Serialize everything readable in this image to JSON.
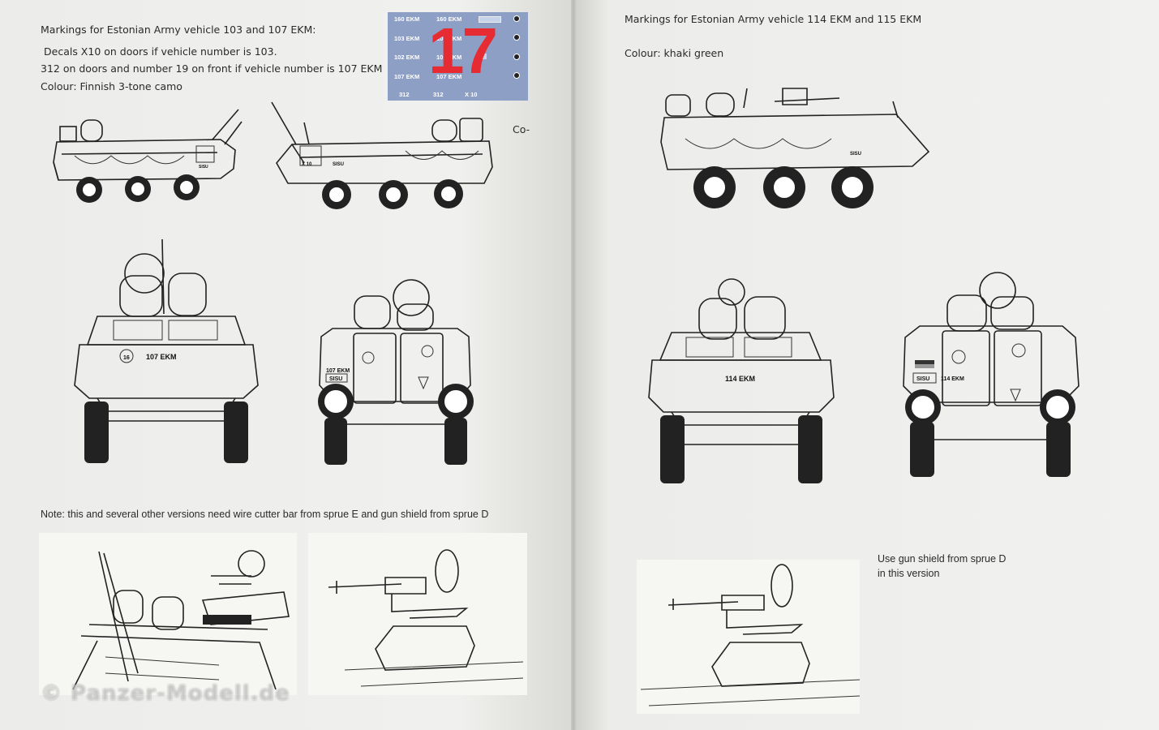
{
  "left_page": {
    "heading": "Markings for Estonian Army vehicle 103 and 107 EKM:",
    "line1": "Decals X10 on doors if vehicle number is 103.",
    "line2": "312 on doors and number 19 on front if vehicle number is 107 EKM",
    "colour": "Colour: Finnish 3-tone camo",
    "side_note": "Co-",
    "front_plate_number": "16",
    "front_plate": "107 EKM",
    "rear_plate": "107 EKM",
    "rear_badge": "SISU",
    "side_badge": "SISU",
    "side_door": "X 10",
    "note": "Note: this and several other versions need wire cutter bar from sprue E and gun shield from sprue D"
  },
  "decal_sheet": {
    "rows": [
      [
        "160 EKM",
        "160 EKM"
      ],
      [
        "103 EKM",
        "103 EKM"
      ],
      [
        "102 EKM",
        "102 EKM"
      ],
      [
        "107 EKM",
        "107 EKM"
      ]
    ],
    "bottom": [
      "312",
      "312",
      "X 10"
    ],
    "big_number": "17",
    "big_color": "#e62b33",
    "sheet_color": "#8e9fc6"
  },
  "right_page": {
    "heading": "Markings for Estonian Army vehicle 114 EKM and 115 EKM",
    "colour": "Colour: khaki green",
    "front_plate": "114 EKM",
    "rear_plate": "114 EKM",
    "rear_badge": "SISU",
    "side_badge": "SISU",
    "gun_note_1": "Use gun shield from sprue D",
    "gun_note_2": "in this version"
  },
  "watermark": "© Panzer-Modell.de"
}
